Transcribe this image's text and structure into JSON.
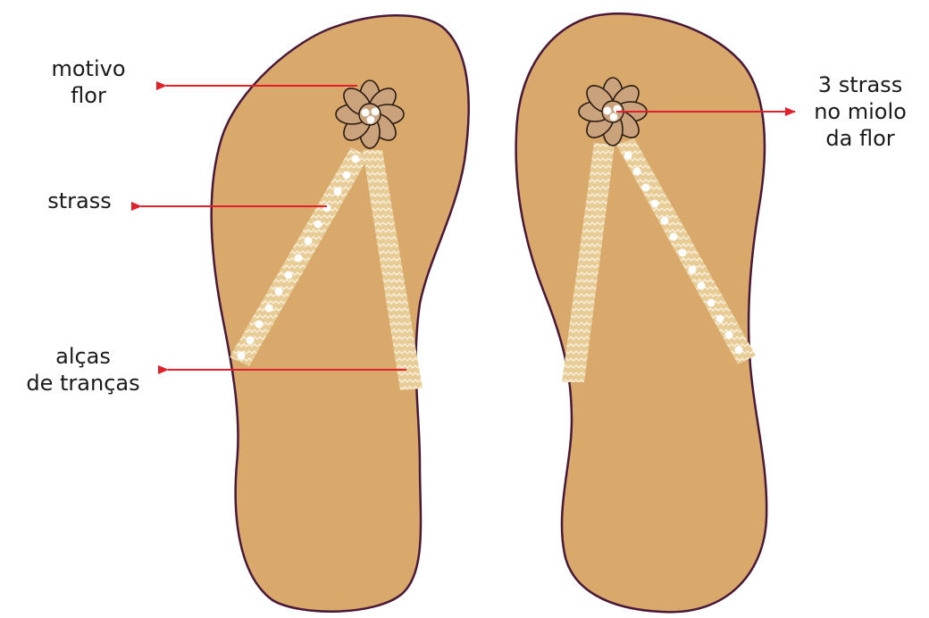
{
  "labels": {
    "flower": [
      "motivo",
      "flor"
    ],
    "rhinestones": [
      "strass"
    ],
    "straps": [
      "alças",
      "de tranças"
    ],
    "flower_center": [
      "3 strass",
      "no miolo",
      "da flor"
    ]
  },
  "colors": {
    "sole_fill": "#d9a96b",
    "sole_outline": "#4a1838",
    "strap_fill": "#e8cc96",
    "strap_zigzag": "#f7ecd6",
    "petal_fill": "#caa27c",
    "petal_outline": "#2a1a10",
    "rhinestone": "#ffffff",
    "arrow": "#e0202a",
    "text": "#1a1a1a"
  }
}
